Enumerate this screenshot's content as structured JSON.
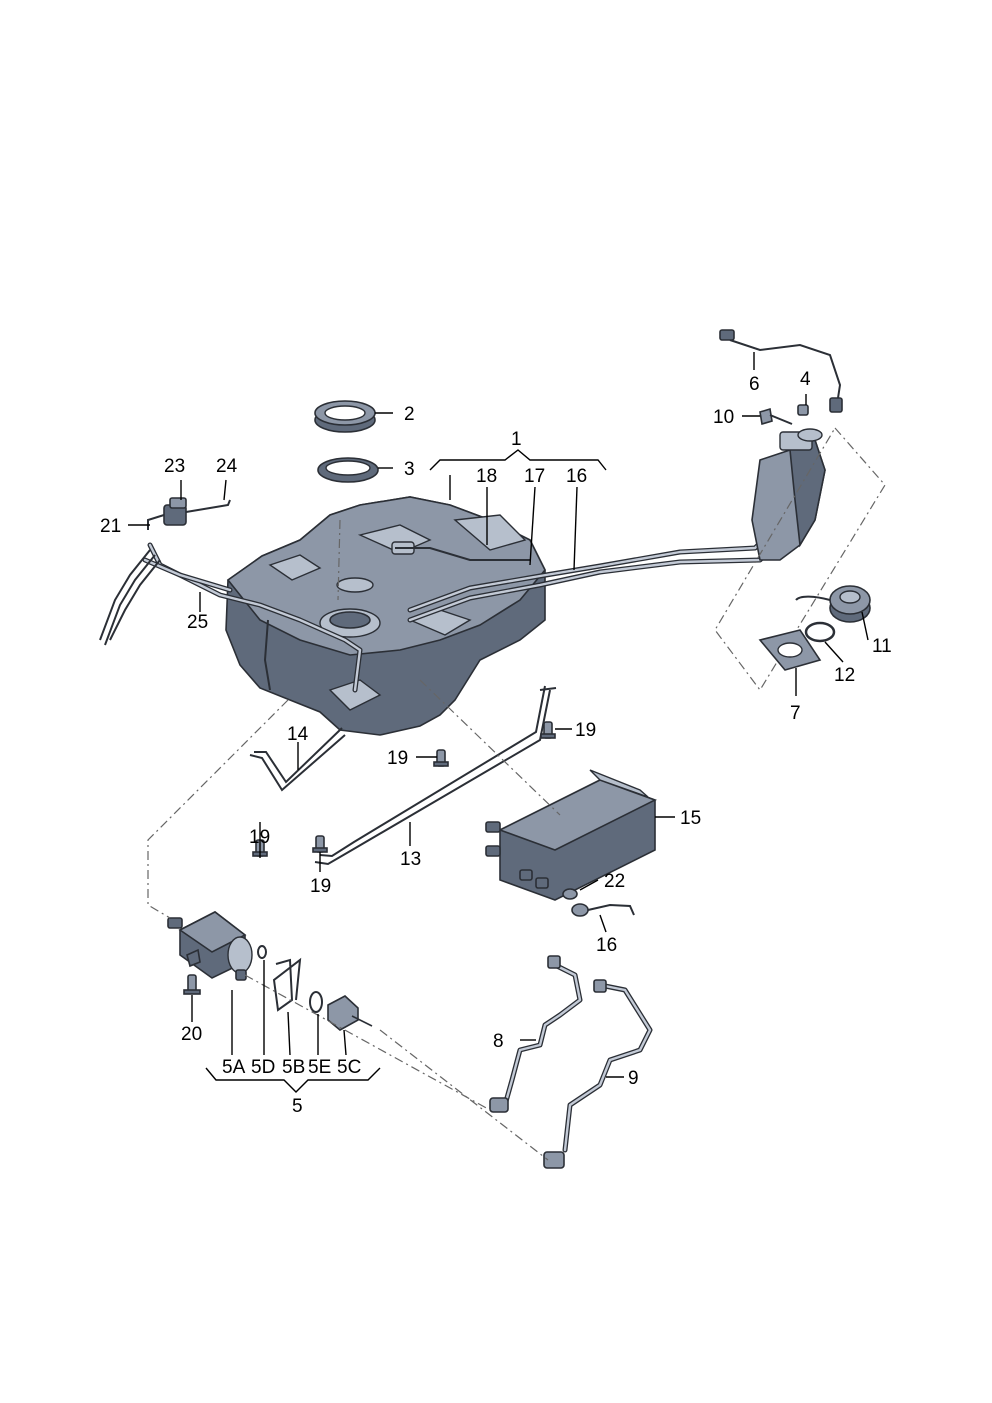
{
  "labels": {
    "p1": "1",
    "p2": "2",
    "p3": "3",
    "p4": "4",
    "p5": "5",
    "p5a": "5A",
    "p5b": "5B",
    "p5c": "5C",
    "p5d": "5D",
    "p5e": "5E",
    "p6": "6",
    "p7": "7",
    "p8": "8",
    "p9": "9",
    "p10": "10",
    "p11": "11",
    "p12": "12",
    "p13": "13",
    "p14": "14",
    "p15": "15",
    "p16": "16",
    "p17": "17",
    "p18": "18",
    "p19": "19",
    "p20": "20",
    "p21": "21",
    "p22": "22",
    "p23": "23",
    "p24": "24",
    "p25": "25"
  },
  "colors": {
    "part_fill": "#8d97a7",
    "part_shadow": "#5f6a7b",
    "part_highlight": "#b6bfcc",
    "outline": "#2b2f36"
  }
}
